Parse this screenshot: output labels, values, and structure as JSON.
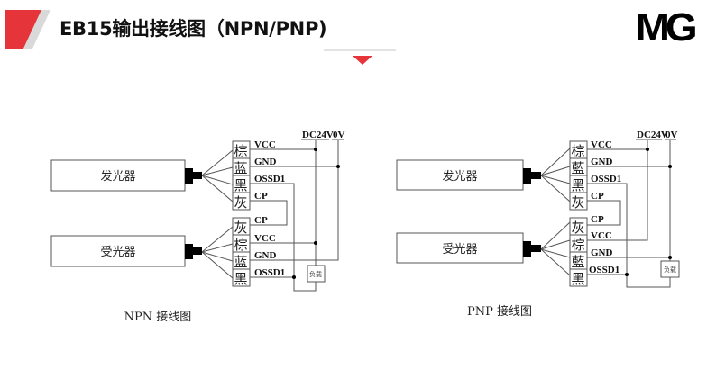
{
  "header": {
    "title": "EB15输出接线图（NPN/PNP)",
    "logo": "MG",
    "accent_color": "#e5343a",
    "gray_color": "#d9d9d9"
  },
  "diagrams": [
    {
      "id": "npn",
      "caption": "NPN 接线图",
      "supply_labels": {
        "positive": "DC24V",
        "negative": "0V"
      },
      "emitter": {
        "label": "发光器",
        "wires": [
          {
            "color_char": "棕",
            "signal": "VCC"
          },
          {
            "color_char": "蓝",
            "signal": "GND"
          },
          {
            "color_char": "黑",
            "signal": "OSSD1"
          },
          {
            "color_char": "灰",
            "signal": "CP"
          }
        ]
      },
      "receiver": {
        "label": "受光器",
        "wires": [
          {
            "color_char": "灰",
            "signal": "CP"
          },
          {
            "color_char": "棕",
            "signal": "VCC"
          },
          {
            "color_char": "蓝",
            "signal": "GND"
          },
          {
            "color_char": "黑",
            "signal": "OSSD1"
          }
        ]
      },
      "load_label": "负载"
    },
    {
      "id": "pnp",
      "caption": "PNP 接线图",
      "supply_labels": {
        "positive": "DC24V",
        "negative": "0V"
      },
      "emitter": {
        "label": "发光器",
        "wires": [
          {
            "color_char": "棕",
            "signal": "VCC"
          },
          {
            "color_char": "藍",
            "signal": "GND"
          },
          {
            "color_char": "黑",
            "signal": "OSSD1"
          },
          {
            "color_char": "灰",
            "signal": "CP"
          }
        ]
      },
      "receiver": {
        "label": "受光器",
        "wires": [
          {
            "color_char": "灰",
            "signal": "CP"
          },
          {
            "color_char": "棕",
            "signal": "VCC"
          },
          {
            "color_char": "藍",
            "signal": "GND"
          },
          {
            "color_char": "黑",
            "signal": "OSSD1"
          }
        ]
      },
      "load_label": "负载"
    }
  ]
}
